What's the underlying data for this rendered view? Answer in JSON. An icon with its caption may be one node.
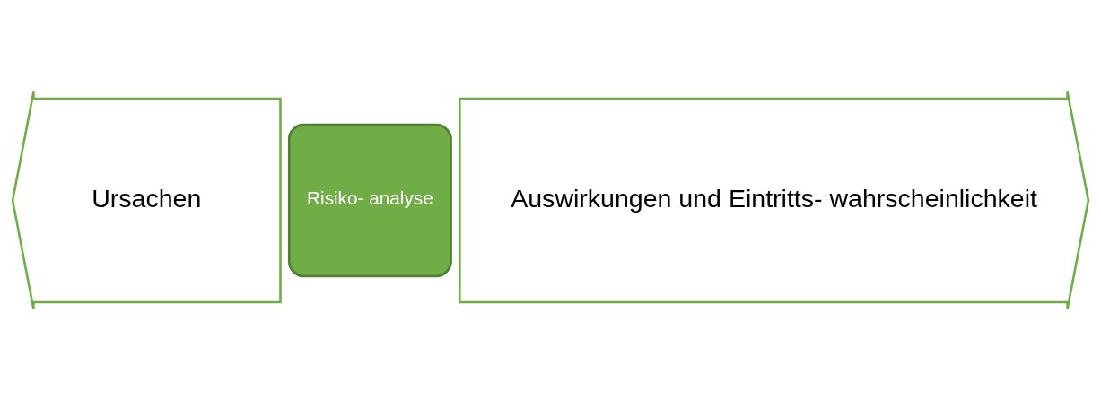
{
  "diagram": {
    "nodes": [
      {
        "text": [
          "Ursachen"
        ]
      },
      {
        "text": [
          "Risiko- analyse"
        ]
      },
      {
        "text": [
          "Auswirkungen und Eintritts- wahrscheinlichkeit"
        ]
      }
    ],
    "edges": []
  }
}
